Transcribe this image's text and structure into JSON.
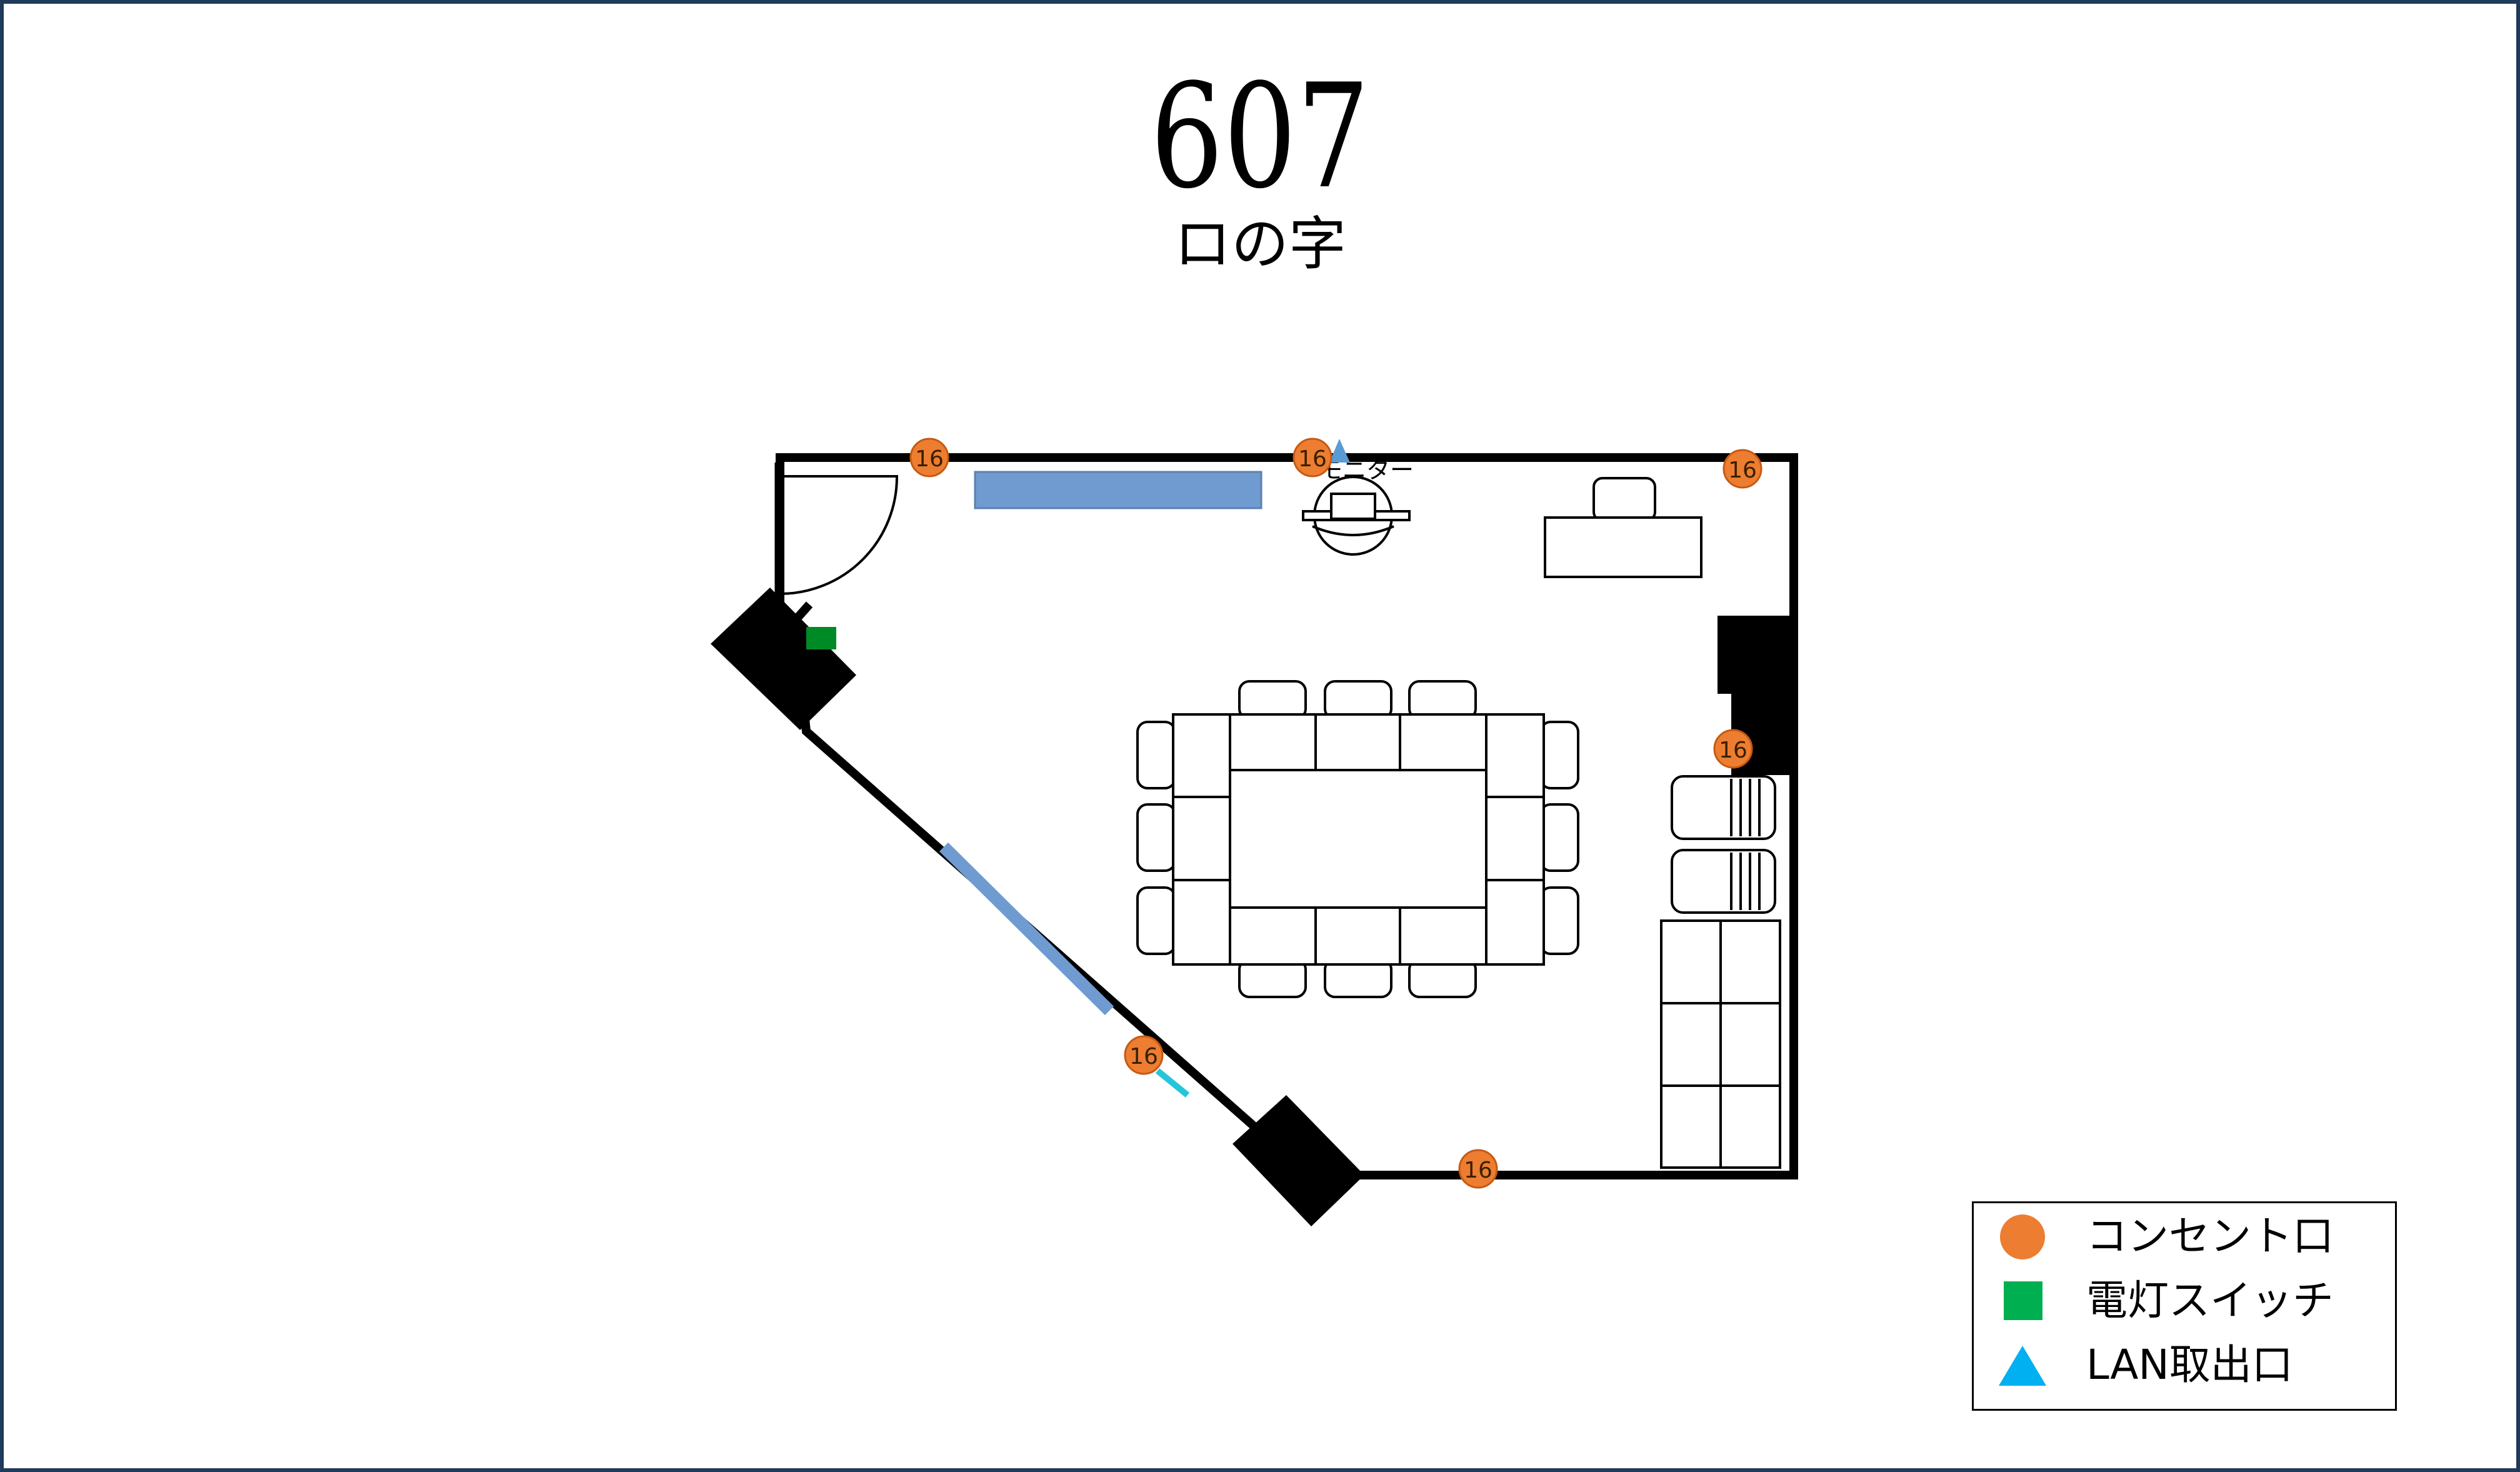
{
  "header": {
    "room_number": "607",
    "layout_name": "ロの字"
  },
  "plan": {
    "outlet_label": "16",
    "monitor_label": "モニター",
    "outlets": [
      {
        "name": "outlet-top-left"
      },
      {
        "name": "outlet-top-center"
      },
      {
        "name": "outlet-top-right"
      },
      {
        "name": "outlet-right-wall"
      },
      {
        "name": "outlet-diagonal-wall"
      },
      {
        "name": "outlet-bottom-wall"
      }
    ]
  },
  "legend": {
    "items": [
      {
        "symbol": "circle",
        "label": "コンセント口",
        "color": "#ed7d31"
      },
      {
        "symbol": "square",
        "label": "電灯スイッチ",
        "color": "#00b050"
      },
      {
        "symbol": "triangle",
        "label": "LAN取出口",
        "color": "#00b0f0"
      }
    ]
  },
  "colors": {
    "wall": "#000000",
    "window": "#6f9bd1",
    "outlet": "#ed7d31",
    "switch": "#00b050",
    "lan": "#5b9bd5",
    "frame": "#1f3a5a"
  }
}
